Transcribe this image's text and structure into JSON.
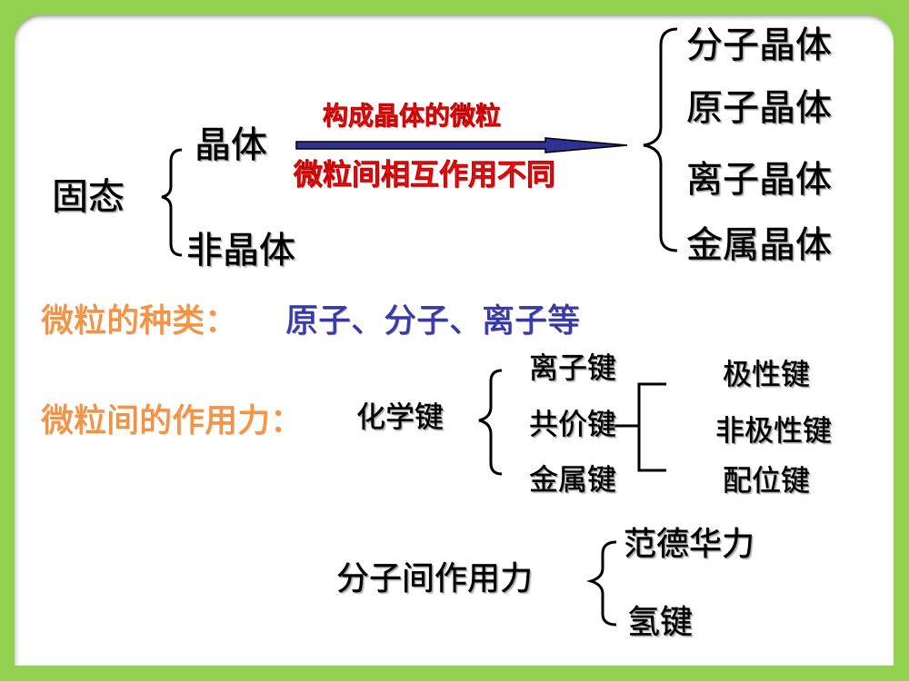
{
  "slide": {
    "frame_color": "#92d050",
    "background": "#ffffff"
  },
  "crystal_tree": {
    "root": "固态",
    "branches": [
      "晶体",
      "非晶体"
    ],
    "arrow": {
      "label_top": "构成晶体的微粒",
      "label_bottom": "微粒间相互作用不同",
      "color": "#2e3192",
      "label_color": "#ff0000"
    },
    "crystal_types": [
      "分子晶体",
      "原子晶体",
      "离子晶体",
      "金属晶体"
    ]
  },
  "particle_types": {
    "label": "微粒的种类：",
    "value": "原子、分子、离子等",
    "label_color": "#f79646",
    "value_color": "#3a3ab0"
  },
  "interactions": {
    "label": "微粒间的作用力：",
    "label_color": "#f79646",
    "chemical_bond": {
      "label": "化学键",
      "types": [
        "离子键",
        "共价键",
        "金属键"
      ],
      "covalent_subtypes": [
        "极性键",
        "非极性键",
        "配位键"
      ]
    },
    "intermolecular": {
      "label": "分子间作用力",
      "types": [
        "范德华力",
        "氢键"
      ]
    }
  }
}
